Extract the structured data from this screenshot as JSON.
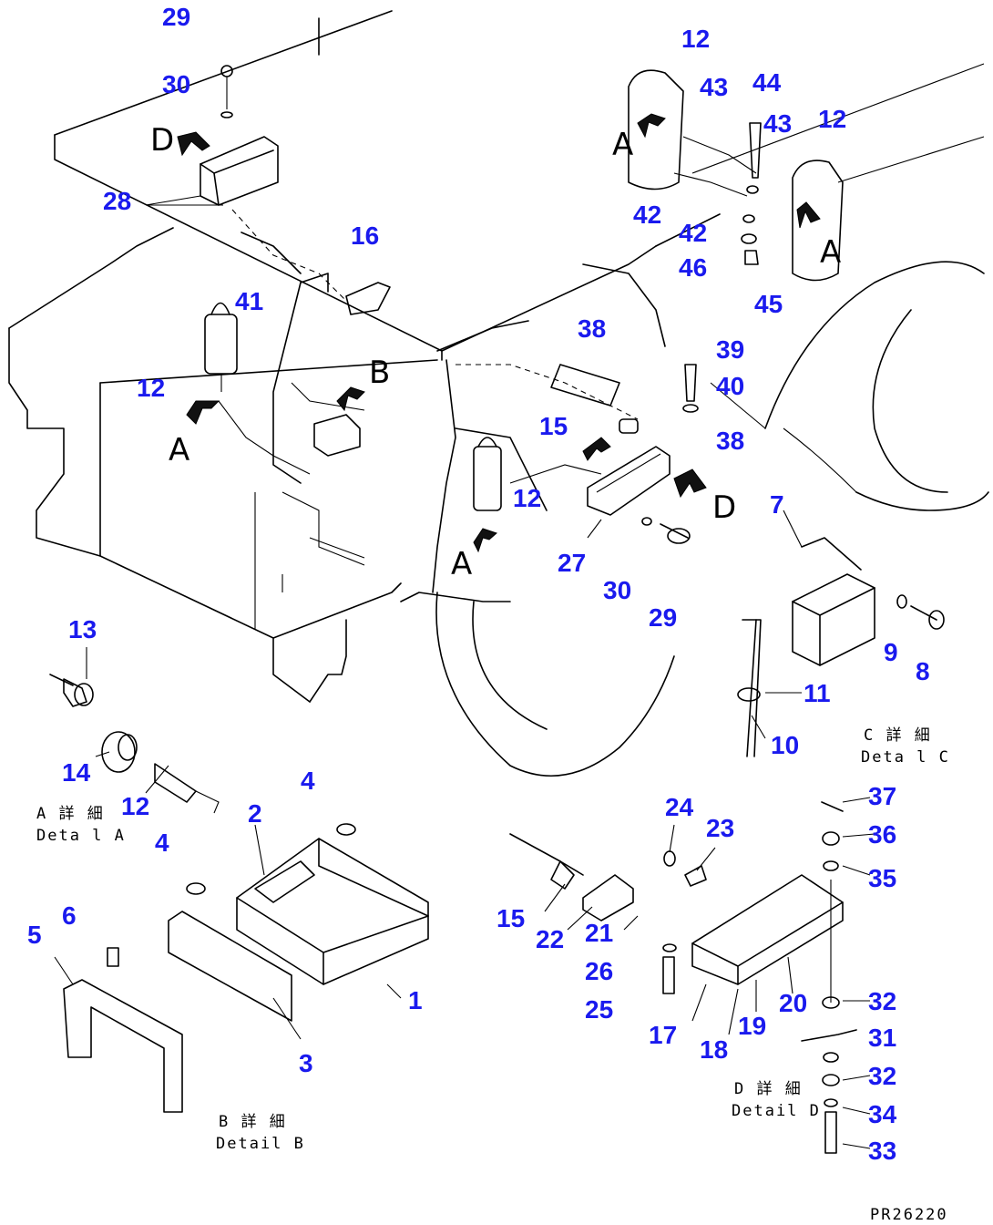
{
  "callouts": {
    "c29_top": "29",
    "c30_top": "30",
    "c28": "28",
    "c41": "41",
    "c16": "16",
    "c12_left": "12",
    "c12_top": "12",
    "c43_a": "43",
    "c44": "44",
    "c43_b": "43",
    "c12_right": "12",
    "c42_a": "42",
    "c42_b": "42",
    "c46": "46",
    "c45": "45",
    "c38_a": "38",
    "c39": "39",
    "c40": "40",
    "c38_b": "38",
    "c15_mid": "15",
    "c12_mid": "12",
    "c27": "27",
    "c30_mid": "30",
    "c29_mid": "29",
    "c7": "7",
    "c9": "9",
    "c8": "8",
    "c11": "11",
    "c10": "10",
    "c13": "13",
    "c14": "14",
    "c12_detA": "12",
    "c4_a": "4",
    "c2": "2",
    "c4_b": "4",
    "c1": "1",
    "c3": "3",
    "c5": "5",
    "c6": "6",
    "c24": "24",
    "c23": "23",
    "c37": "37",
    "c36": "36",
    "c35": "35",
    "c15_detD": "15",
    "c22": "22",
    "c21": "21",
    "c26": "26",
    "c25": "25",
    "c20": "20",
    "c19": "19",
    "c18": "18",
    "c17": "17",
    "c32_a": "32",
    "c31": "31",
    "c32_b": "32",
    "c34": "34",
    "c33": "33"
  },
  "view_letters": {
    "d_top": "D",
    "a_left": "A",
    "b_mid": "B",
    "a_top": "A",
    "a_right": "A",
    "a_mid": "A",
    "d_mid": "D"
  },
  "captions": {
    "detail_a_jp": "A 詳 細",
    "detail_a_en": "Deta l A",
    "detail_b_jp": "B 詳 細",
    "detail_b_en": "Detail B",
    "detail_c_jp": "C 詳 細",
    "detail_c_en": "Deta l C",
    "detail_d_jp": "D 詳 細",
    "detail_d_en": "Detail D"
  },
  "drawing_code": "PR26220"
}
